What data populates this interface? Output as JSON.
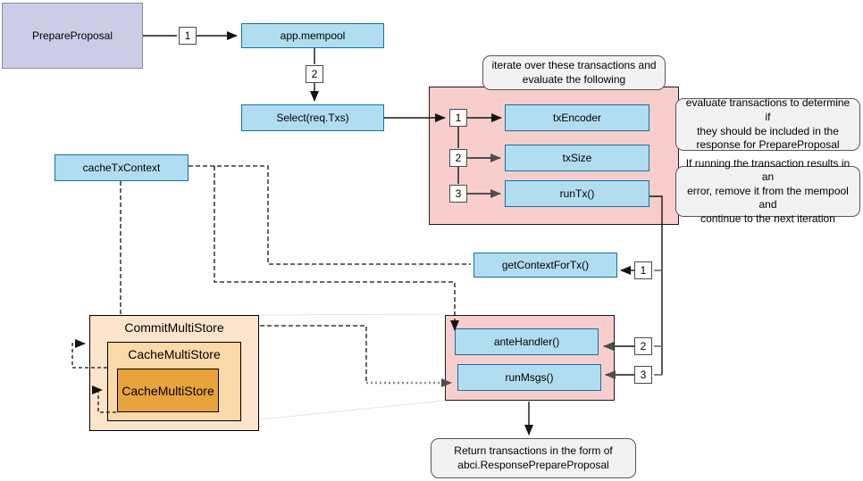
{
  "diagram": {
    "nodes": {
      "prepare_proposal": "PrepareProposal",
      "app_mempool": "app.mempool",
      "select_txs": "Select(req.Txs)",
      "cache_tx_context": "cacheTxContext",
      "tx_encoder": "txEncoder",
      "tx_size": "txSize",
      "run_tx": "runTx()",
      "get_context_for_tx": "getContextForTx()",
      "ante_handler": "anteHandler()",
      "run_msgs": "runMsgs()",
      "commit_multi_store": "CommitMultiStore",
      "cache_multi_store": "CacheMultiStore",
      "cache_multi_store_inner": "CacheMultiStore"
    },
    "badges": {
      "flow_1": "1",
      "flow_2": "2",
      "iter_1": "1",
      "iter_2": "2",
      "iter_3": "3",
      "run_1": "1",
      "run_2": "2",
      "run_3": "3"
    },
    "callouts": {
      "iterate": "iterate over these transactions and\nevaluate the following",
      "evaluate": "evaluate transactions to determine if\nthey should be included in the\nresponse for PrepareProposal",
      "error": "If running the transaction results in an\nerror, remove it from the mempool and\ncontinue to the next iteration",
      "return": "Return transactions in the form of\nabci.ResponsePrepareProposal"
    },
    "colors": {
      "blue_node_fill": "#B1DDF0",
      "blue_node_stroke": "#10739E",
      "purple_fill": "#CCCCE6",
      "purple_stroke": "#8888B8",
      "pink_container_fill": "#F8CECC",
      "store_outer_fill": "#FCE5CC",
      "store_mid_fill": "#FBD9A8",
      "store_inner_fill": "#E9A33B",
      "callout_fill": "#F2F2F2",
      "callout_stroke": "#565656"
    }
  }
}
